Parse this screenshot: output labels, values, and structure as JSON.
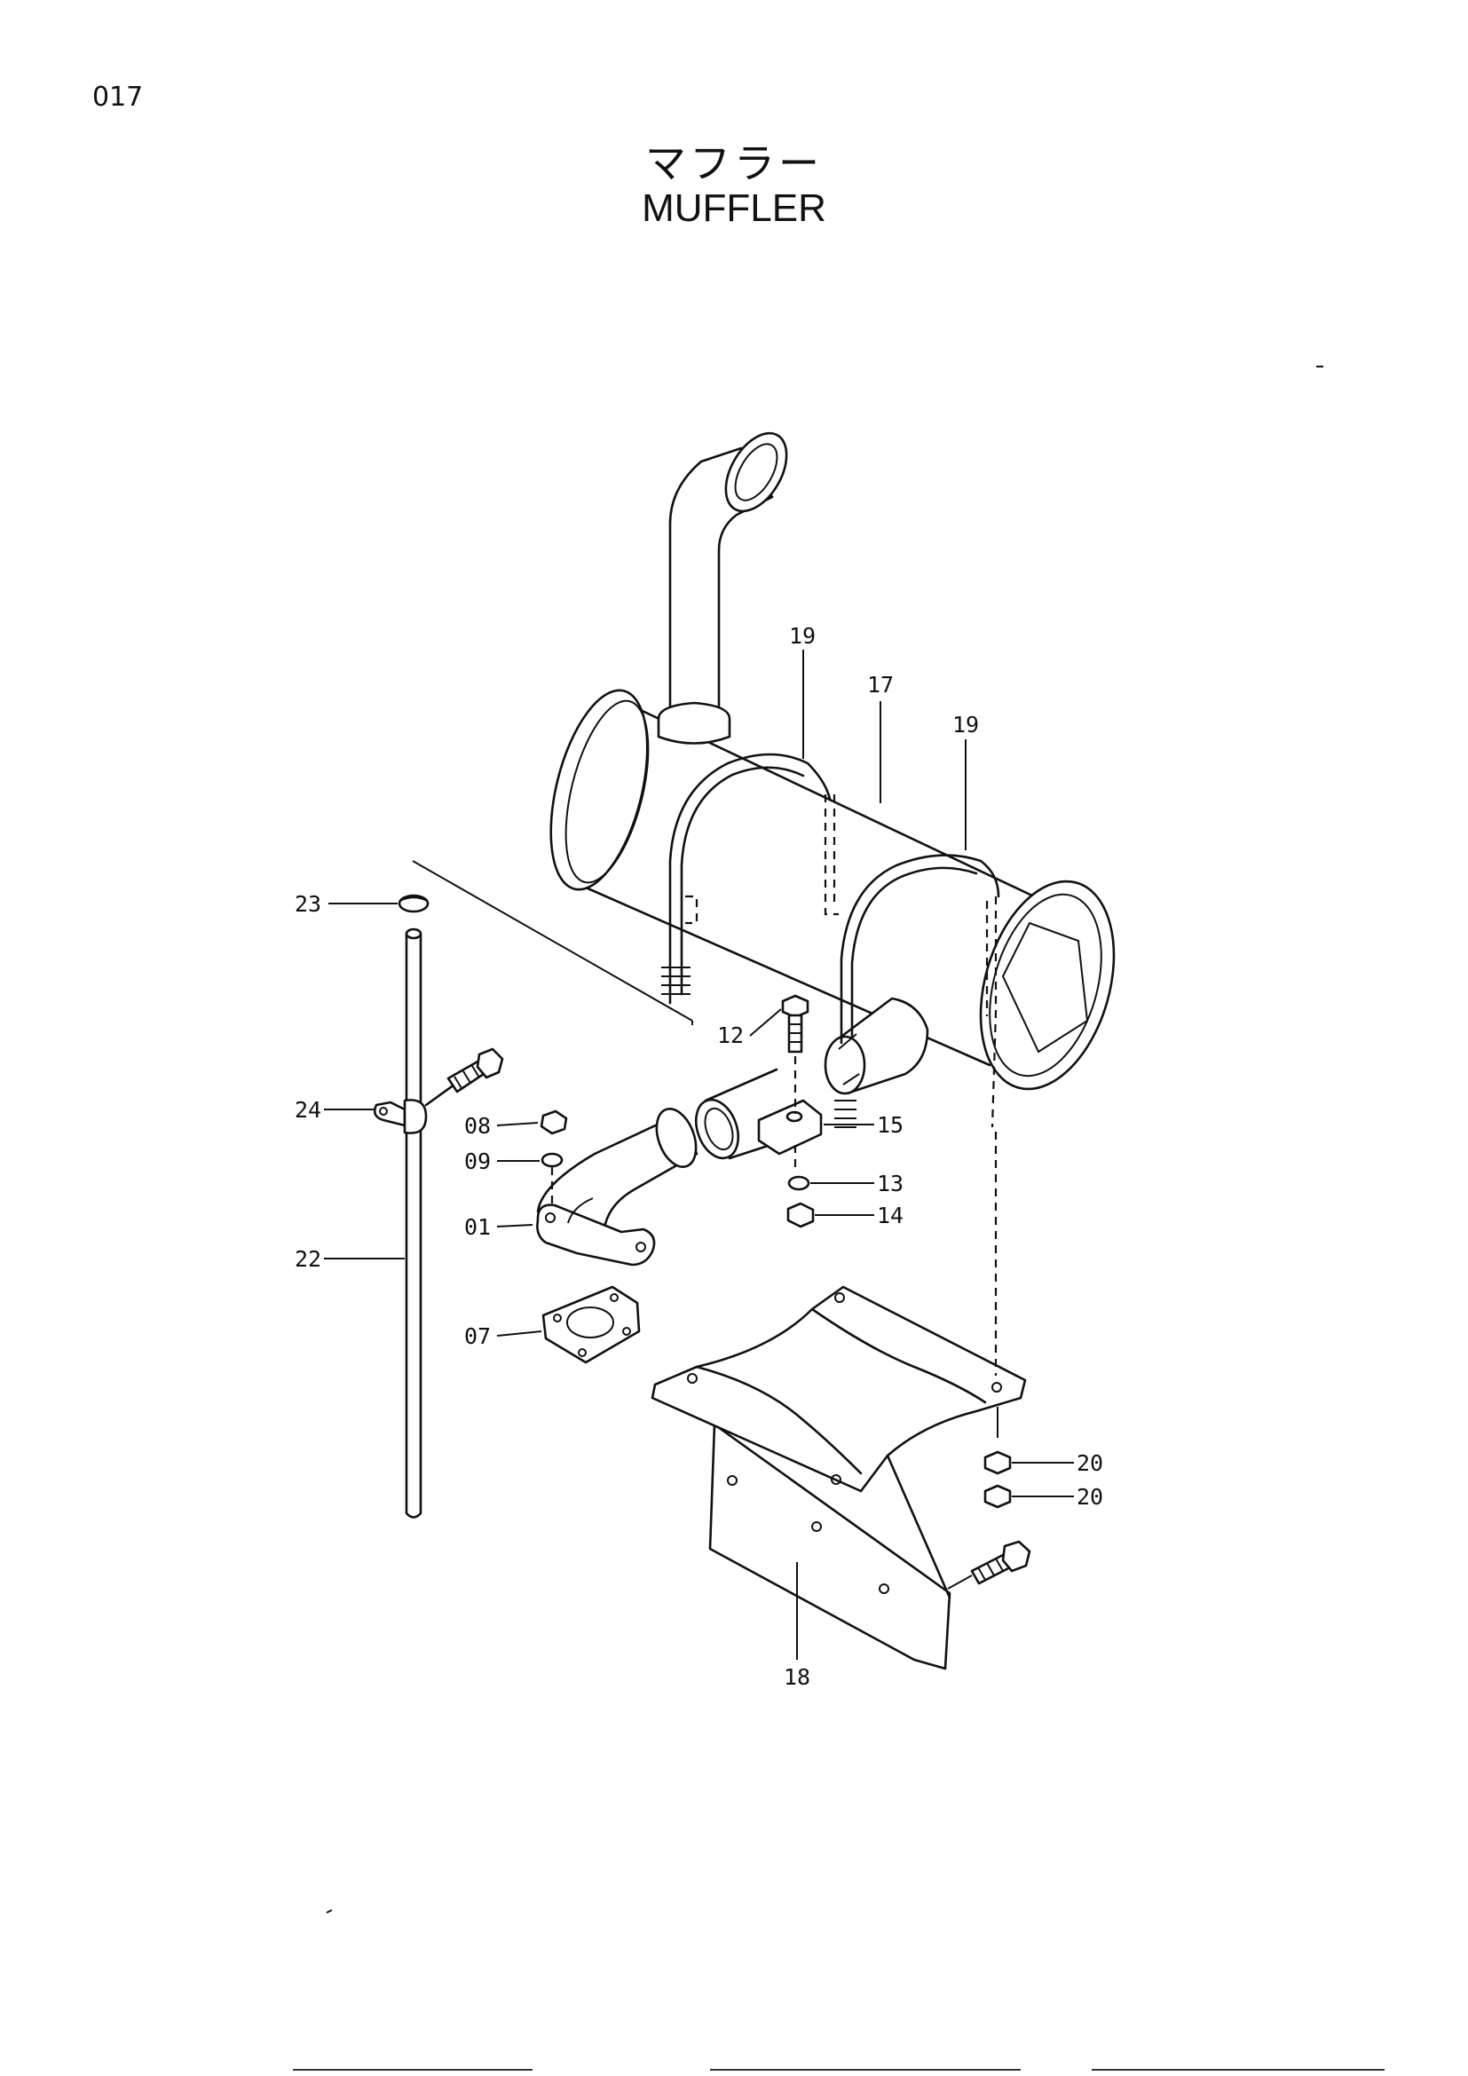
{
  "page_number": "017",
  "title_jp": "マフラー",
  "title_en": "MUFFLER",
  "callouts": [
    {
      "id": "c19a",
      "label": "19"
    },
    {
      "id": "c17",
      "label": "17"
    },
    {
      "id": "c19b",
      "label": "19"
    },
    {
      "id": "c23",
      "label": "23"
    },
    {
      "id": "c12",
      "label": "12"
    },
    {
      "id": "c24",
      "label": "24"
    },
    {
      "id": "c08",
      "label": "08"
    },
    {
      "id": "c15",
      "label": "15"
    },
    {
      "id": "c09",
      "label": "09"
    },
    {
      "id": "c13",
      "label": "13"
    },
    {
      "id": "c01",
      "label": "01"
    },
    {
      "id": "c14",
      "label": "14"
    },
    {
      "id": "c22",
      "label": "22"
    },
    {
      "id": "c07",
      "label": "07"
    },
    {
      "id": "c20a",
      "label": "20"
    },
    {
      "id": "c20b",
      "label": "20"
    },
    {
      "id": "c18",
      "label": "18"
    }
  ]
}
